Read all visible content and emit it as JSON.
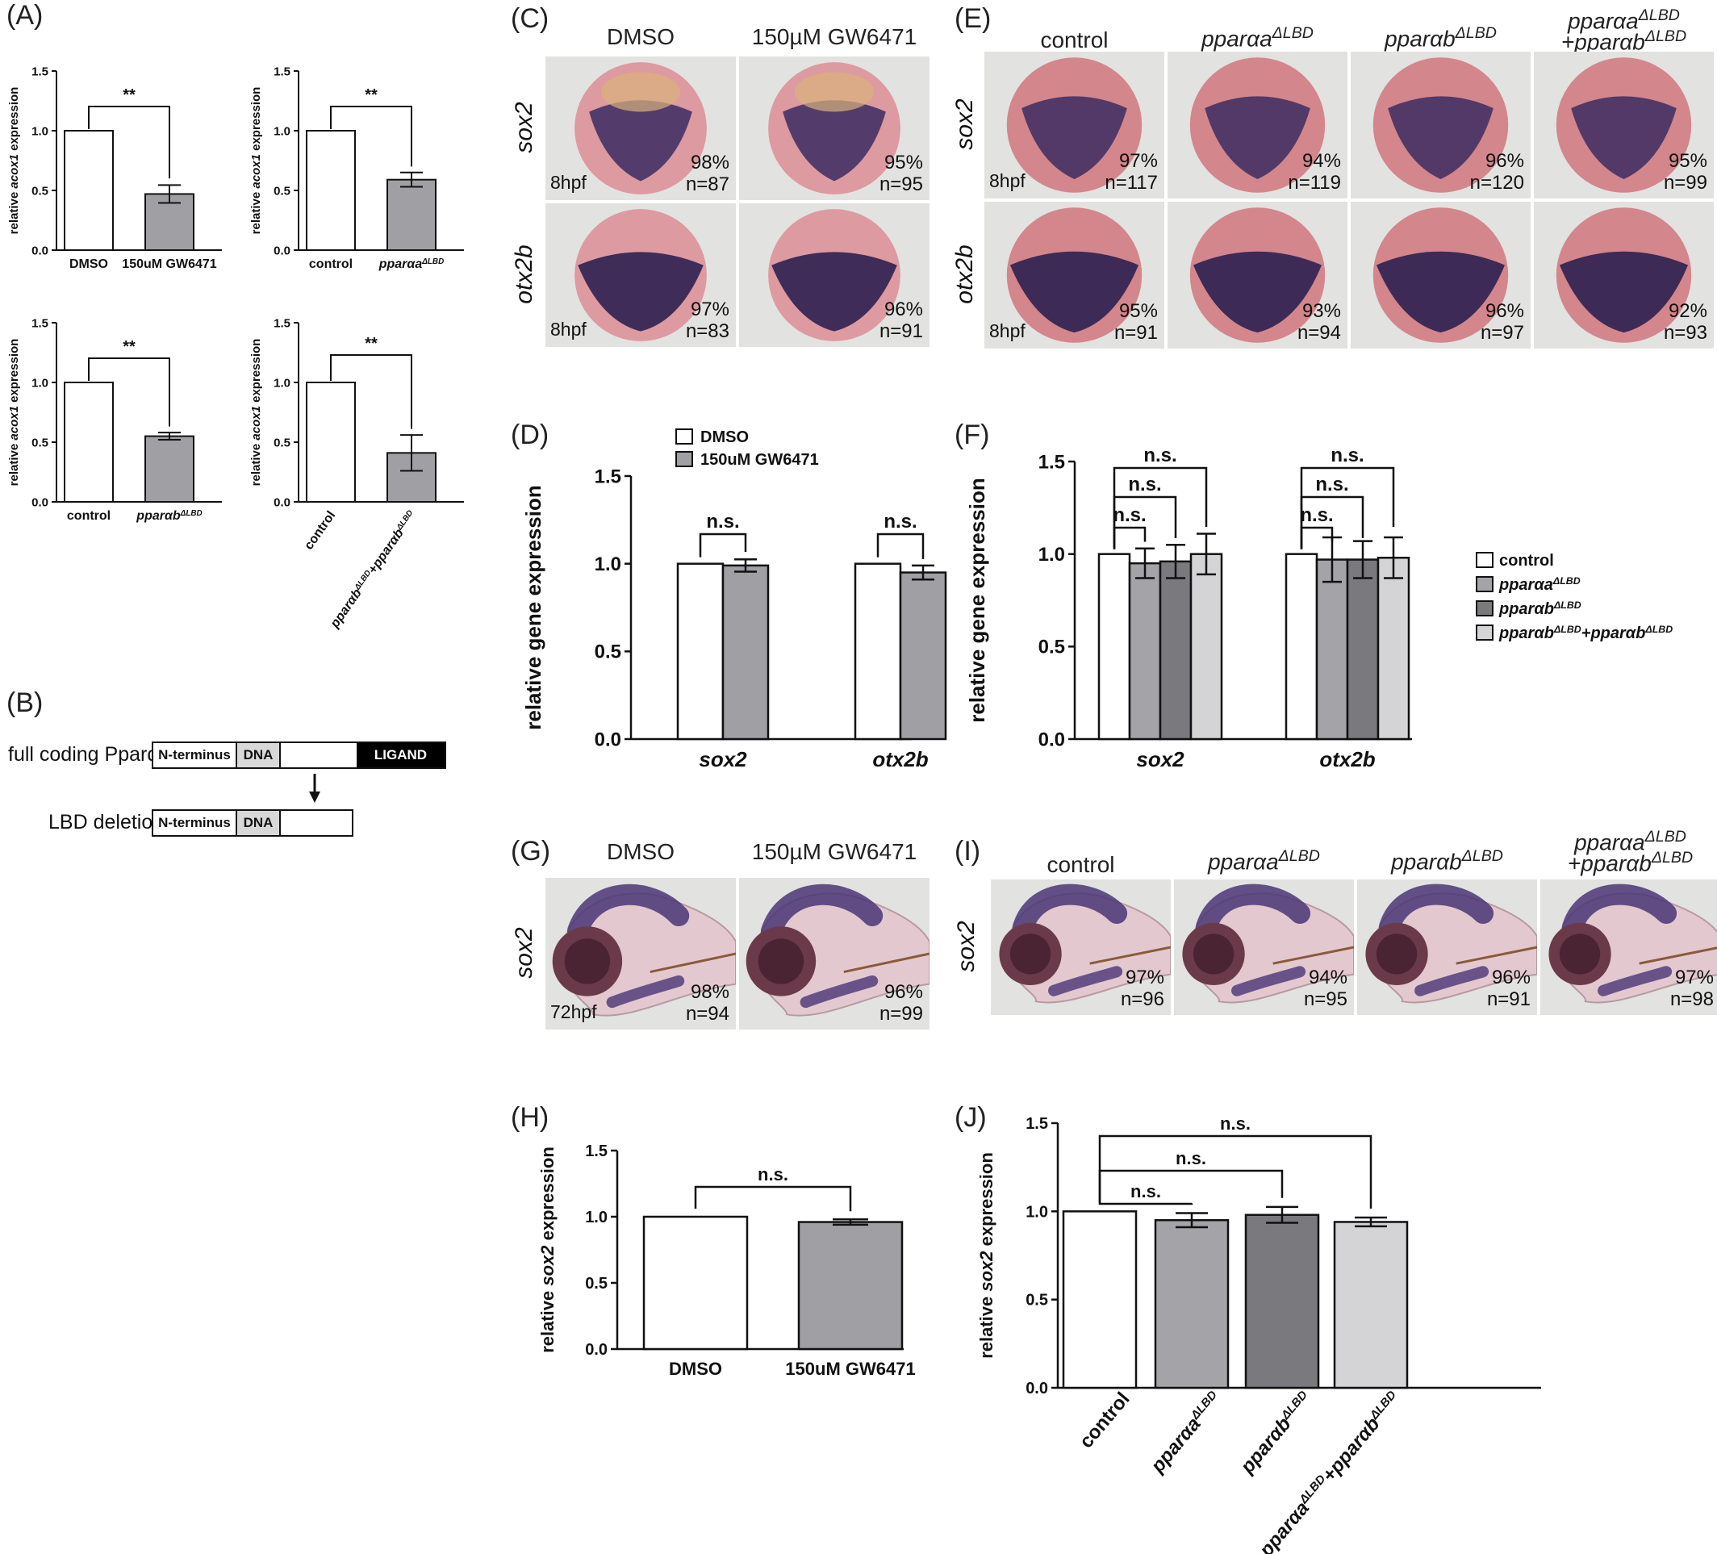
{
  "panel_labels": {
    "A": "(A)",
    "B": "(B)",
    "C": "(C)",
    "D": "(D)",
    "E": "(E)",
    "F": "(F)",
    "G": "(G)",
    "H": "(H)",
    "I": "(I)",
    "J": "(J)"
  },
  "chart_data": [
    {
      "id": "A1",
      "type": "bar",
      "categories": [
        "DMSO",
        "150uM GW6471"
      ],
      "values": [
        1.0,
        0.47
      ],
      "errors": [
        0,
        0.075
      ],
      "ylabel": "relative acox1 expression",
      "ylim": [
        0,
        1.5
      ],
      "yticks": [
        "0.0",
        "0.5",
        "1.0",
        "1.5"
      ],
      "colors": [
        "#ffffff",
        "#a0a0a4"
      ],
      "sig": [
        {
          "from": 0,
          "to": 1,
          "label": "**"
        }
      ]
    },
    {
      "id": "A2",
      "type": "bar",
      "categories": [
        "control",
        "pparαa ΔLBD"
      ],
      "values": [
        1.0,
        0.59
      ],
      "errors": [
        0,
        0.06
      ],
      "ylabel": "relative acox1 expression",
      "ylim": [
        0,
        1.5
      ],
      "yticks": [
        "0.0",
        "0.5",
        "1.0",
        "1.5"
      ],
      "colors": [
        "#ffffff",
        "#a0a0a4"
      ],
      "sig": [
        {
          "from": 0,
          "to": 1,
          "label": "**"
        }
      ]
    },
    {
      "id": "A3",
      "type": "bar",
      "categories": [
        "control",
        "pparαb ΔLBD"
      ],
      "values": [
        1.0,
        0.55
      ],
      "errors": [
        0,
        0.03
      ],
      "ylabel": "relative acox1 expression",
      "ylim": [
        0,
        1.5
      ],
      "yticks": [
        "0.0",
        "0.5",
        "1.0",
        "1.5"
      ],
      "colors": [
        "#ffffff",
        "#a0a0a4"
      ],
      "sig": [
        {
          "from": 0,
          "to": 1,
          "label": "**"
        }
      ]
    },
    {
      "id": "A4",
      "type": "bar",
      "categories": [
        "control",
        "pparαb ΔLBD+pparαb ΔLBD"
      ],
      "values": [
        1.0,
        0.41
      ],
      "errors": [
        0,
        0.15
      ],
      "ylabel": "relative acox1 expression",
      "ylim": [
        0,
        1.5
      ],
      "yticks": [
        "0.0",
        "0.5",
        "1.0",
        "1.5"
      ],
      "colors": [
        "#ffffff",
        "#a0a0a4"
      ],
      "sig": [
        {
          "from": 0,
          "to": 1,
          "label": "**"
        }
      ]
    },
    {
      "id": "D",
      "type": "bar",
      "categories": [
        "sox2",
        "otx2b"
      ],
      "series": [
        {
          "name": "DMSO",
          "values": [
            1.0,
            1.0
          ],
          "errors": [
            0,
            0
          ]
        },
        {
          "name": "150uM GW6471",
          "values": [
            0.99,
            0.95
          ],
          "errors": [
            0.035,
            0.04
          ]
        }
      ],
      "ylabel": "relative gene expression",
      "ylim": [
        0,
        1.5
      ],
      "yticks": [
        "0.0",
        "0.5",
        "1.0",
        "1.5"
      ],
      "colors": [
        "#ffffff",
        "#a0a0a4"
      ],
      "sig_label": "n.s."
    },
    {
      "id": "F",
      "type": "bar",
      "categories": [
        "sox2",
        "otx2b"
      ],
      "series": [
        {
          "name": "control",
          "values": [
            1.0,
            1.0
          ],
          "errors": [
            0,
            0
          ]
        },
        {
          "name": "pparαa ΔLBD",
          "values": [
            0.95,
            0.97
          ],
          "errors": [
            0.08,
            0.12
          ]
        },
        {
          "name": "pparαb ΔLBD",
          "values": [
            0.96,
            0.97
          ],
          "errors": [
            0.09,
            0.1
          ]
        },
        {
          "name": "pparαb ΔLBD+pparαb ΔLBD",
          "values": [
            1.0,
            0.98
          ],
          "errors": [
            0.11,
            0.11
          ]
        }
      ],
      "ylabel": "relative gene expression",
      "ylim": [
        0,
        1.5
      ],
      "yticks": [
        "0.0",
        "0.5",
        "1.0",
        "1.5"
      ],
      "colors": [
        "#ffffff",
        "#a4a4a8",
        "#7a7a7e",
        "#d4d4d6"
      ],
      "sig_label": "n.s."
    },
    {
      "id": "H",
      "type": "bar",
      "categories": [
        "DMSO",
        "150uM GW6471"
      ],
      "values": [
        1.0,
        0.96
      ],
      "errors": [
        0,
        0.02
      ],
      "ylabel": "relative sox2 expression",
      "ylim": [
        0,
        1.5
      ],
      "yticks": [
        "0.0",
        "0.5",
        "1.0",
        "1.5"
      ],
      "colors": [
        "#ffffff",
        "#a0a0a4"
      ],
      "sig_label": "n.s."
    },
    {
      "id": "J",
      "type": "bar",
      "categories": [
        "control",
        "pparαa ΔLBD",
        "pparαb ΔLBD",
        "pparαa ΔLBD+pparαb ΔLBD"
      ],
      "values": [
        1.0,
        0.95,
        0.98,
        0.94
      ],
      "errors": [
        0,
        0.04,
        0.045,
        0.025
      ],
      "ylabel": "relative sox2 expression",
      "ylim": [
        0,
        1.5
      ],
      "yticks": [
        "0.0",
        "0.5",
        "1.0",
        "1.5"
      ],
      "colors": [
        "#ffffff",
        "#a4a4a8",
        "#7a7a7e",
        "#d4d4d6"
      ],
      "sig_label": "n.s."
    }
  ],
  "panelC": {
    "headers": [
      "DMSO",
      "150µM GW6471"
    ],
    "rows": [
      {
        "gene": "sox2",
        "stage": "8hpf",
        "cells": [
          {
            "pct": "98%",
            "n": "n=87"
          },
          {
            "pct": "95%",
            "n": "n=95"
          }
        ]
      },
      {
        "gene": "otx2b",
        "stage": "8hpf",
        "cells": [
          {
            "pct": "97%",
            "n": "n=83"
          },
          {
            "pct": "96%",
            "n": "n=91"
          }
        ]
      }
    ]
  },
  "panelE": {
    "headers": [
      "control",
      "pparαa",
      "pparαb",
      "pparαa",
      "+pparαb"
    ],
    "sup": "ΔLBD",
    "rows": [
      {
        "gene": "sox2",
        "stage": "8hpf",
        "cells": [
          {
            "pct": "97%",
            "n": "n=117"
          },
          {
            "pct": "94%",
            "n": "n=119"
          },
          {
            "pct": "96%",
            "n": "n=120"
          },
          {
            "pct": "95%",
            "n": "n=99"
          }
        ]
      },
      {
        "gene": "otx2b",
        "stage": "8hpf",
        "cells": [
          {
            "pct": "95%",
            "n": "n=91"
          },
          {
            "pct": "93%",
            "n": "n=94"
          },
          {
            "pct": "96%",
            "n": "n=97"
          },
          {
            "pct": "92%",
            "n": "n=93"
          }
        ]
      }
    ]
  },
  "panelG": {
    "headers": [
      "DMSO",
      "150µM GW6471"
    ],
    "gene": "sox2",
    "stage": "72hpf",
    "cells": [
      {
        "pct": "98%",
        "n": "n=94"
      },
      {
        "pct": "96%",
        "n": "n=99"
      }
    ]
  },
  "panelI": {
    "headers": [
      "control",
      "pparαa",
      "pparαb",
      "pparαa",
      "+pparαb"
    ],
    "gene": "sox2",
    "cells": [
      {
        "pct": "97%",
        "n": "n=96"
      },
      {
        "pct": "94%",
        "n": "n=95"
      },
      {
        "pct": "96%",
        "n": "n=91"
      },
      {
        "pct": "97%",
        "n": "n=98"
      }
    ]
  },
  "panelB": {
    "row1_label": "full coding Pparα",
    "row2_label": "LBD deletion",
    "seg_nterm": "N-terminus",
    "seg_dna": "DNA",
    "seg_ligand": "LIGAND"
  }
}
